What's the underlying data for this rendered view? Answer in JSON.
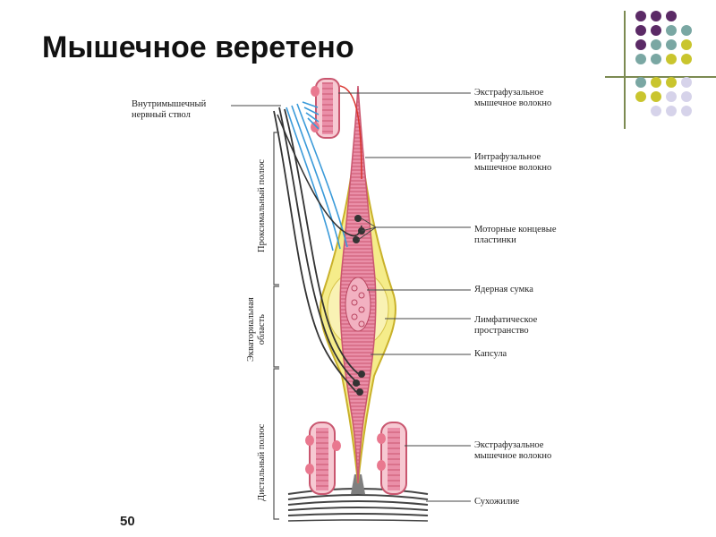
{
  "slide": {
    "title": "Мышечное веретено",
    "page_number": "50"
  },
  "decor": {
    "dot_colors": {
      "purple": "#5b2a66",
      "teal": "#7aa7a3",
      "olive": "#c9c52e",
      "lavender": "#d6d3ea"
    },
    "line_color": "#7c8a52"
  },
  "labels": {
    "nerve_trunk": [
      "Внутримышечный",
      "нервный ствол"
    ],
    "extrafusal_top": [
      "Экстрафузальное",
      "мышечное волокно"
    ],
    "intrafusal": [
      "Интрафузальное",
      "мышечное волокно"
    ],
    "motor_plates": [
      "Моторные концевые",
      "пластинки"
    ],
    "nuclear_bag": "Ядерная сумка",
    "lymph_space": [
      "Лимфатическое",
      "пространство"
    ],
    "capsule": "Капсула",
    "extrafusal_bottom": [
      "Экстрафузальное",
      "мышечное волокно"
    ],
    "tendon": "Сухожилие",
    "proximal_pole": "Проксимальный полюс",
    "equatorial_region": [
      "Экваториальная",
      "область"
    ],
    "distal_pole": "Дистальный полюс"
  }
}
